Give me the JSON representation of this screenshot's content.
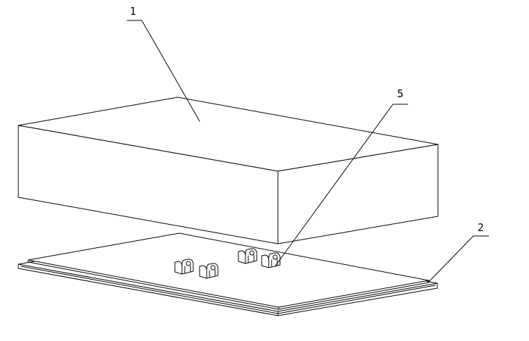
{
  "figure": {
    "background": "#ffffff",
    "line_color": "#000000",
    "parts": [
      {
        "id": "cover",
        "label": "1"
      },
      {
        "id": "base-plate",
        "label": "2"
      },
      {
        "id": "mounting-clips",
        "label": "5"
      }
    ]
  }
}
